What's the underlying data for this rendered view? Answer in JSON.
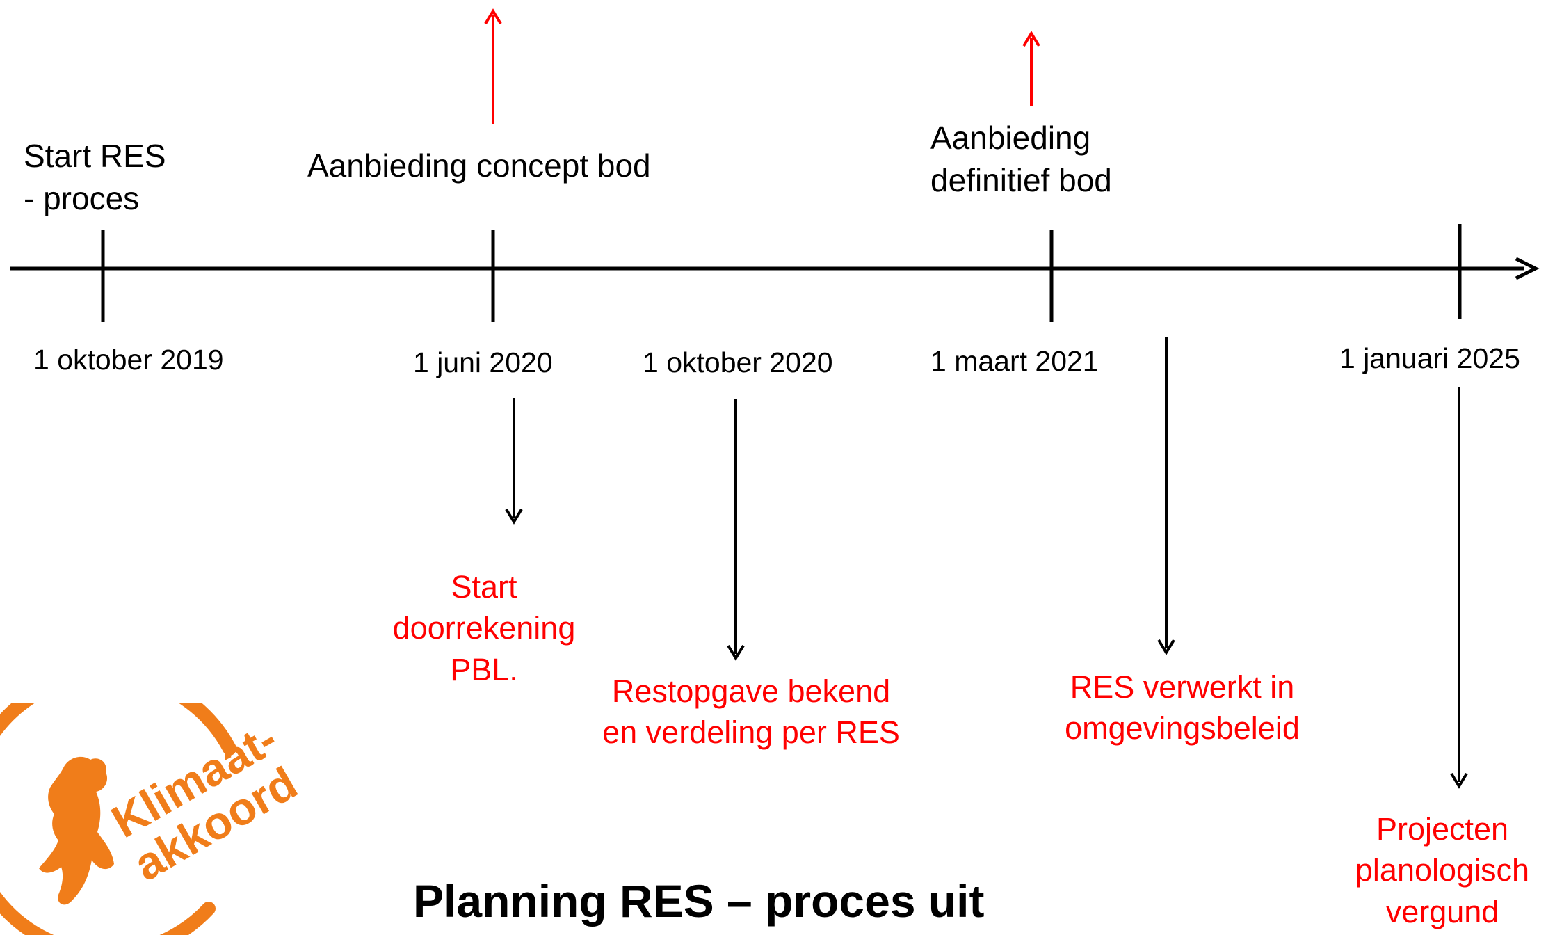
{
  "colors": {
    "line": "#000000",
    "highlight": "#ff0000",
    "brand": "#f07d1a"
  },
  "timeline": {
    "events": [
      {
        "date": "1 oktober 2019",
        "above": "Start RES\n- proces"
      },
      {
        "date": "1 juni 2020",
        "above": "Aanbieding concept bod"
      },
      {
        "date": "1 maart 2021",
        "above": "Aanbieding\ndefinitief bod"
      },
      {
        "date": "1 januari 2025"
      }
    ],
    "secondary_date": "1 oktober 2020",
    "milestones": [
      "Start\ndoorrekening\nPBL.",
      "Restopgave bekend\nen verdeling per RES",
      "RES verwerkt in\nomgevingsbeleid",
      "Projecten\nplanologisch\nvergund"
    ]
  },
  "title": "Planning RES – proces uit",
  "logo": {
    "text_line1": "Klimaat-",
    "text_line2": "akkoord"
  }
}
